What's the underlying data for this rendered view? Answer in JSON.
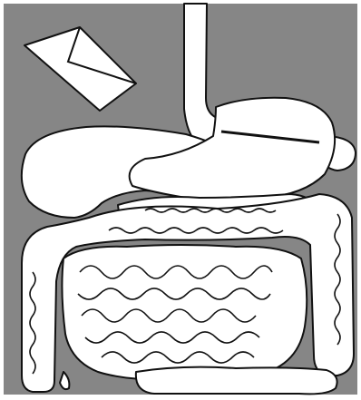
{
  "figure": {
    "background_color": "#868686",
    "frame_color": "#ffffff",
    "organ_fill": "#ffffff",
    "outline_color": "#111111",
    "parts": [
      {
        "id": "esophagus",
        "icon": "esophagus-shape"
      },
      {
        "id": "envelope",
        "icon": "envelope-shape"
      },
      {
        "id": "liver",
        "icon": "liver-shape"
      },
      {
        "id": "stomach",
        "icon": "stomach-shape"
      },
      {
        "id": "spleen",
        "icon": "spleen-shape"
      },
      {
        "id": "pancreas",
        "icon": "pancreas-shape"
      },
      {
        "id": "large-intestine",
        "icon": "large-intestine-shape"
      },
      {
        "id": "small-intestine",
        "icon": "small-intestine-shape"
      },
      {
        "id": "appendix",
        "icon": "appendix-shape"
      },
      {
        "id": "rectum",
        "icon": "rectum-shape"
      }
    ]
  }
}
